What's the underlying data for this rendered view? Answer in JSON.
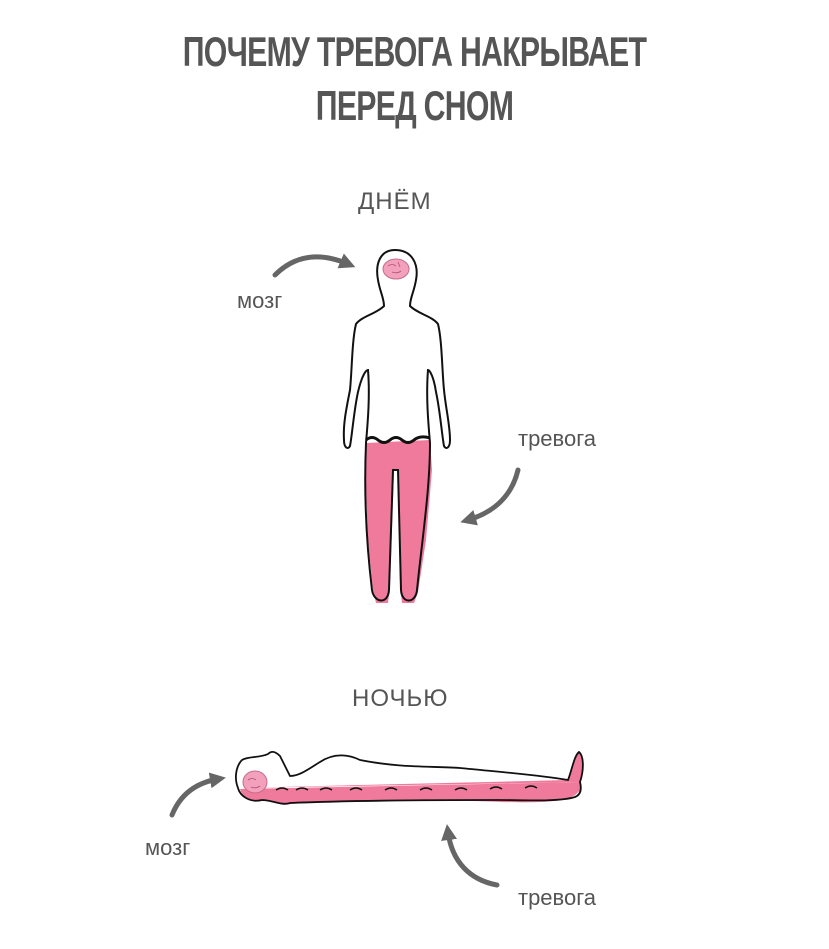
{
  "title": {
    "line1": "ПОЧЕМУ ТРЕВОГА НАКРЫВАЕТ",
    "line2": "ПЕРЕД СНОМ"
  },
  "day": {
    "heading": "ДНЁМ",
    "brain_label": "мозг",
    "anxiety_label": "тревога"
  },
  "night": {
    "heading": "НОЧЬЮ",
    "brain_label": "мозг",
    "anxiety_label": "тревога"
  },
  "colors": {
    "anxiety": "#f07a9c",
    "brain": "#f2a0bb",
    "text": "#555555",
    "arrow": "#666666"
  }
}
